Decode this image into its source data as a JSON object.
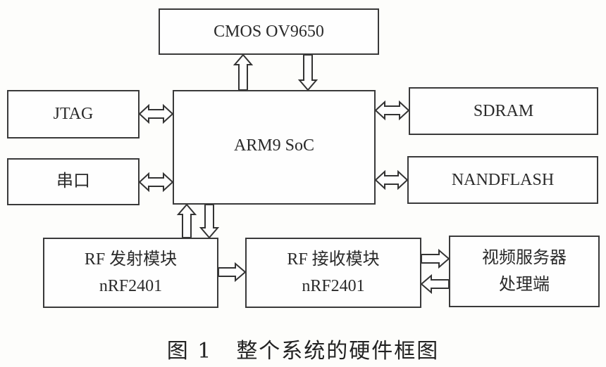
{
  "diagram": {
    "blocks": {
      "cmos": "CMOS OV9650",
      "arm": "ARM9 SoC",
      "jtag": "JTAG",
      "serial": "串口",
      "sdram": "SDRAM",
      "nandflash": "NANDFLASH",
      "rf_tx": [
        "RF 发射模块",
        "nRF2401"
      ],
      "rf_rx": [
        "RF 接收模块",
        "nRF2401"
      ],
      "video_server": [
        "视频服务器",
        "处理端"
      ]
    },
    "connections": [
      {
        "from": "arm",
        "to": "cmos",
        "direction": "up"
      },
      {
        "from": "cmos",
        "to": "arm",
        "direction": "down"
      },
      {
        "from": "jtag",
        "to": "arm",
        "direction": "bidirectional"
      },
      {
        "from": "serial",
        "to": "arm",
        "direction": "bidirectional"
      },
      {
        "from": "arm",
        "to": "sdram",
        "direction": "bidirectional"
      },
      {
        "from": "arm",
        "to": "nandflash",
        "direction": "bidirectional"
      },
      {
        "from": "rf_tx",
        "to": "arm",
        "direction": "up"
      },
      {
        "from": "arm",
        "to": "rf_tx",
        "direction": "down"
      },
      {
        "from": "rf_tx",
        "to": "rf_rx",
        "direction": "right"
      },
      {
        "from": "rf_rx",
        "to": "video_server",
        "direction": "right"
      },
      {
        "from": "video_server",
        "to": "rf_rx",
        "direction": "left"
      }
    ]
  },
  "caption": {
    "figure_number": "图 1",
    "title": "整个系统的硬件框图"
  }
}
